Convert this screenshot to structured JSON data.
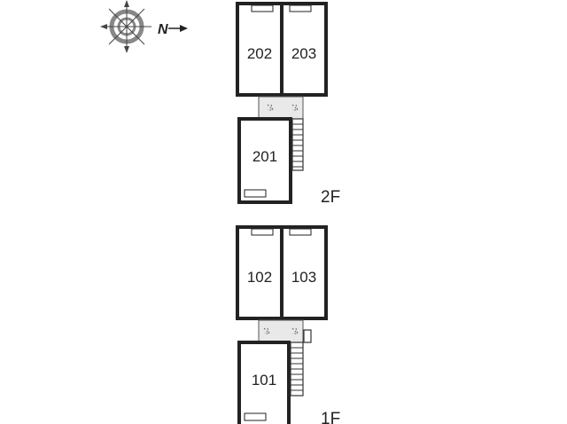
{
  "compass": {
    "north_label": "N",
    "icon": "compass-rose-icon"
  },
  "floors": [
    {
      "id": "2f",
      "label": "2F",
      "rooms": [
        "202",
        "203",
        "201"
      ]
    },
    {
      "id": "1f",
      "label": "1F",
      "rooms": [
        "102",
        "103",
        "101"
      ]
    }
  ]
}
